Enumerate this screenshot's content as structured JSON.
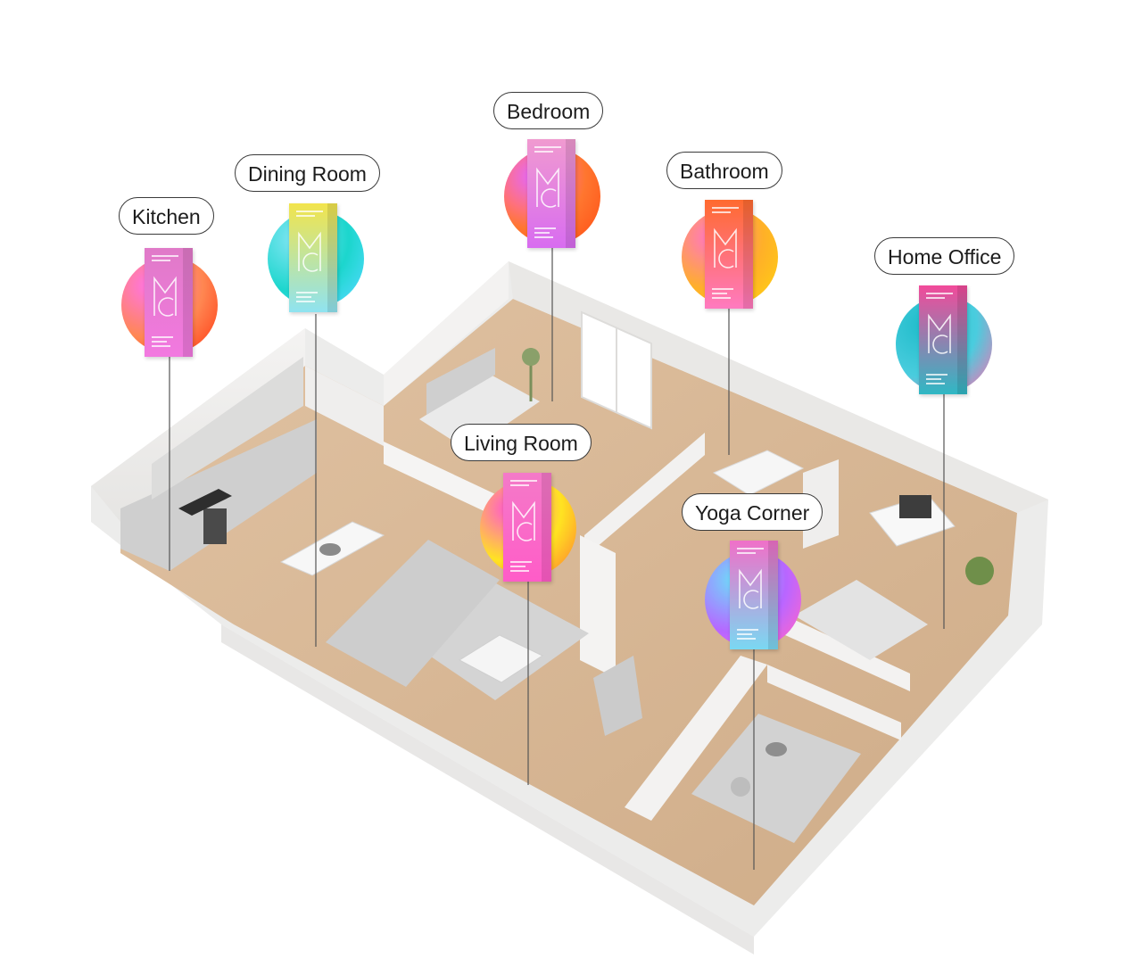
{
  "scene": {
    "floor_color": "#d9b998",
    "wall_color": "#f1f0ef",
    "wall_shadow": "#e2e1df",
    "rug_color": "#d8d8d8",
    "furniture_color": "#c9c9c9"
  },
  "rooms": [
    {
      "id": "kitchen",
      "label": "Kitchen",
      "gradient": [
        "#f279e0",
        "#ff8a5c",
        "#ff3b1a"
      ],
      "box_color": "#e07ac8"
    },
    {
      "id": "dining-room",
      "label": "Dining Room",
      "gradient": [
        "#8fe3f0",
        "#2fd1c9",
        "#6bd8ff"
      ],
      "box_color": "#f2e44c"
    },
    {
      "id": "bedroom",
      "label": "Bedroom",
      "gradient": [
        "#d86cf0",
        "#ff7a3c",
        "#ff4f1f"
      ],
      "box_color": "#f09ad0"
    },
    {
      "id": "bathroom",
      "label": "Bathroom",
      "gradient": [
        "#ff7ac0",
        "#ffb13b",
        "#ffd428"
      ],
      "box_color": "#ff6a2f"
    },
    {
      "id": "home-office",
      "label": "Home Office",
      "gradient": [
        "#2fb8c4",
        "#58c9d8",
        "#ff6aa8"
      ],
      "box_color": "#f24a9a"
    },
    {
      "id": "living-room",
      "label": "Living Room",
      "gradient": [
        "#ff5cc8",
        "#ffe23a",
        "#ff7a3c"
      ],
      "box_color": "#f47ac8"
    },
    {
      "id": "yoga-corner",
      "label": "Yoga Corner",
      "gradient": [
        "#7ad8f2",
        "#b06af2",
        "#ff6ab8"
      ],
      "box_color": "#f070c8"
    }
  ]
}
